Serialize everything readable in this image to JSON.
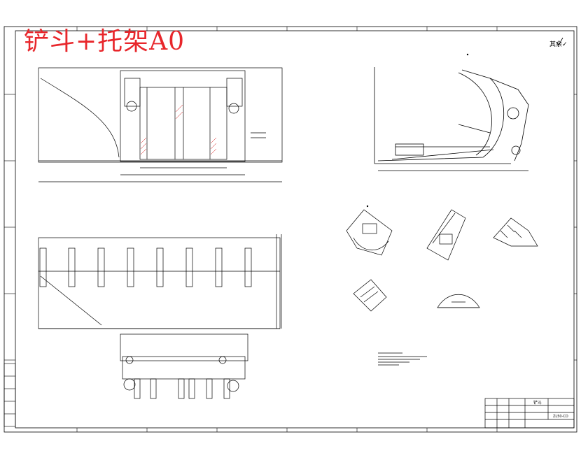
{
  "drawing": {
    "overlay_title": "铲斗+托架A0",
    "overlay_color": "#e8262b",
    "roughness_note": "其余✓",
    "part_name": "铲斗",
    "drawing_no": "ZL50-CD"
  },
  "icons": [
    "roughness-symbol-icon",
    "section-marker-icon"
  ]
}
